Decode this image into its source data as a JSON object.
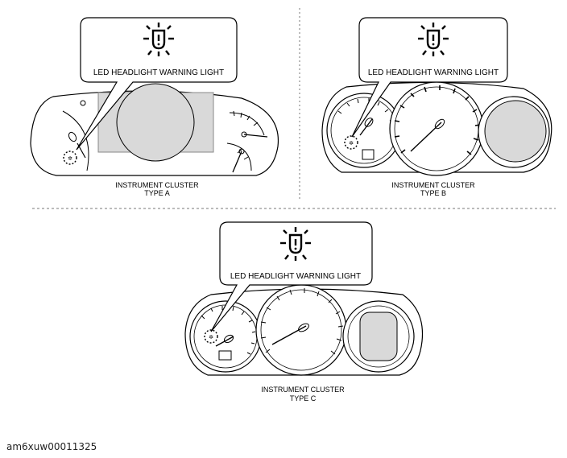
{
  "callouts": [
    {
      "label": "LED HEADLIGHT WARNING LIGHT",
      "icon": "led-headlight-warning-icon"
    },
    {
      "label": "LED HEADLIGHT WARNING LIGHT",
      "icon": "led-headlight-warning-icon"
    },
    {
      "label": "LED HEADLIGHT WARNING LIGHT",
      "icon": "led-headlight-warning-icon"
    }
  ],
  "captions": [
    {
      "line1": "INSTRUMENT CLUSTER",
      "line2": "TYPE A"
    },
    {
      "line1": "INSTRUMENT CLUSTER",
      "line2": "TYPE B"
    },
    {
      "line1": "INSTRUMENT CLUSTER",
      "line2": "TYPE C"
    }
  ],
  "figure_code": "am6xuw00011325"
}
